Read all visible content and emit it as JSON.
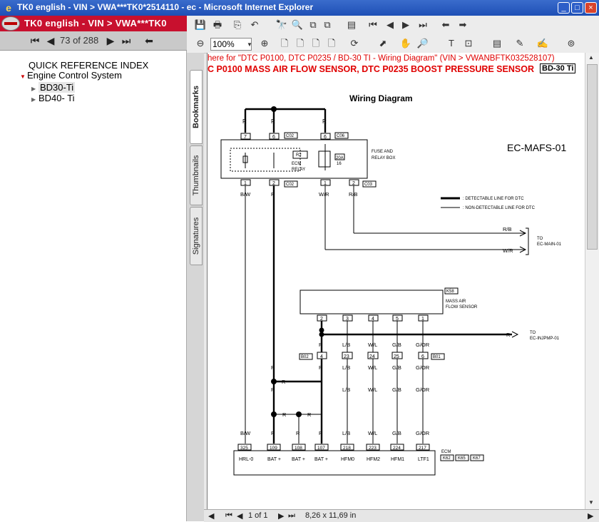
{
  "window": {
    "title": "TK0 english - VIN > VWA***TK0*2514110 - ec - Microsoft Internet Explorer",
    "minimize": "_",
    "maximize": "□",
    "close": "×"
  },
  "left_pane": {
    "header_title": "TK0 english - VIN > VWA***TK0",
    "page_position": "73 of 288",
    "tree": [
      {
        "label": "QUICK REFERENCE INDEX"
      },
      {
        "label": "Engine Control System"
      },
      {
        "label": "BD30-Ti"
      },
      {
        "label": "BD40- Ti"
      }
    ]
  },
  "viewer": {
    "zoom": "100%",
    "side_tabs": [
      "Bookmarks",
      "Thumbnails",
      "Signatures"
    ],
    "status": {
      "page": "1 of 1",
      "size": "8,26 x 11,69 in"
    }
  },
  "document": {
    "header_line1": "here for \"DTC P0100, DTC P0235 / BD-30 TI - Wiring Diagram\" (VIN > VWANBFTK032528107)",
    "header_line2": "C P0100 MASS AIR FLOW SENSOR, DTC P0235 BOOST PRESSURE SENSOR",
    "badge": "BD-30 Ti",
    "diagram_title": "Wiring Diagram",
    "diagram_code": "EC-MAFS-01",
    "fuse_box_label": [
      "FUSE AND",
      "RELAY BOX"
    ],
    "relay_code": "R2",
    "relay_label": [
      "ECM",
      "RELAY"
    ],
    "fuse_rating": [
      "20A",
      "16"
    ],
    "legend": {
      "detectable": ": DETECTABLE LINE FOR DTC",
      "non_detectable": ": NON-DETECTABLE LINE FOR DTC"
    },
    "connectors": {
      "c02": "C02",
      "c06": "C06",
      "c03": "C03",
      "k58": "K58",
      "b02": "B02",
      "b01": "B01"
    },
    "main_ref": [
      "TO",
      "EC-MAIN-01"
    ],
    "injpmp_ref": [
      "TO",
      "EC-INJPMP-01"
    ],
    "sensor_label": [
      "MASS AIR",
      "FLOW SENSOR"
    ],
    "ecm_label": "ECM",
    "ecm_connectors": [
      "K62",
      "K65",
      "K67"
    ],
    "wire_colors": {
      "r": "R",
      "bw": "B/W",
      "wr": "W/R",
      "rb": "R/B",
      "lb": "L/B",
      "wl": "W/L",
      "gb": "G/B",
      "gor": "G/OR"
    },
    "relay_pins_top": [
      "7",
      "6",
      "6"
    ],
    "relay_pins_bottom": [
      "1",
      "2",
      "1",
      "2"
    ],
    "sensor_pins": [
      "2",
      "3",
      "4",
      "5",
      "1"
    ],
    "mid_pins": [
      "4",
      "23",
      "24",
      "25",
      "6"
    ],
    "ecm_pins": [
      {
        "pin": "325",
        "name": "HRL-0"
      },
      {
        "pin": "109",
        "name": "BAT +"
      },
      {
        "pin": "108",
        "name": "BAT +"
      },
      {
        "pin": "107",
        "name": "BAT +"
      },
      {
        "pin": "218",
        "name": "HFM0"
      },
      {
        "pin": "223",
        "name": "HFM2"
      },
      {
        "pin": "224",
        "name": "HFM1"
      },
      {
        "pin": "217",
        "name": "LTF1"
      }
    ]
  },
  "colors": {
    "title_bar": "#1e4fb5",
    "brand_red": "#c8102e",
    "header_red": "#e00000"
  }
}
